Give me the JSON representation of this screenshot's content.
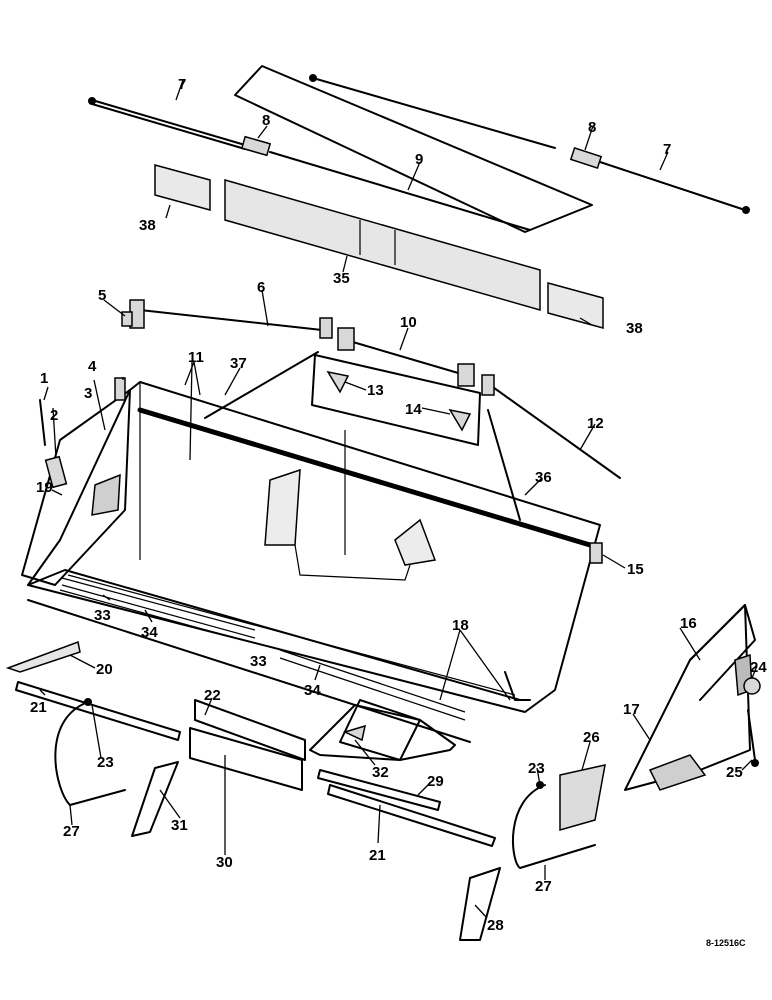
{
  "figure": {
    "drawing_number": "8-12516C"
  },
  "callouts": [
    "1",
    "2",
    "3",
    "4",
    "5",
    "6",
    "7",
    "7",
    "8",
    "8",
    "9",
    "10",
    "11",
    "12",
    "13",
    "14",
    "15",
    "16",
    "17",
    "18",
    "19",
    "20",
    "21",
    "21",
    "22",
    "23",
    "23",
    "24",
    "25",
    "26",
    "27",
    "27",
    "28",
    "29",
    "30",
    "31",
    "32",
    "33",
    "33",
    "34",
    "34",
    "35",
    "36",
    "37",
    "38",
    "38"
  ]
}
